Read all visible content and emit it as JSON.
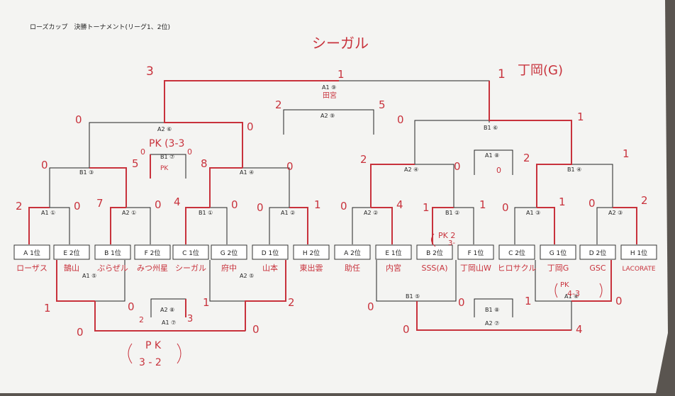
{
  "header": {
    "title": "ローズカップ　決勝トーナメント(リーグ1、2位)"
  },
  "annotations": {
    "champion": "シーガル",
    "top_right": "丁岡(G)",
    "pk_left": "PK (3-3",
    "pk_small": "PK",
    "pk_bottom_a": "P K",
    "pk_bottom_b": "3 - 2",
    "pk_right_a": "PK 2",
    "pk_right_b": "3-",
    "pk_far_right_a": "PK",
    "pk_far_right_b": "4-3",
    "rose": "田宮"
  },
  "teams": [
    {
      "slot": "A 1位",
      "name": "ローザス"
    },
    {
      "slot": "E 2位",
      "name": "鵠山"
    },
    {
      "slot": "B 1位",
      "name": "ぶらぜル"
    },
    {
      "slot": "F 2位",
      "name": "みつ州星"
    },
    {
      "slot": "C 1位",
      "name": "シーガル"
    },
    {
      "slot": "G 2位",
      "name": "府中"
    },
    {
      "slot": "D 1位",
      "name": "山本"
    },
    {
      "slot": "H 2位",
      "name": "東出雲"
    },
    {
      "slot": "A 2位",
      "name": "助任"
    },
    {
      "slot": "E 1位",
      "name": "内宮"
    },
    {
      "slot": "B 2位",
      "name": "SSS(A)"
    },
    {
      "slot": "F 1位",
      "name": "丁岡山W"
    },
    {
      "slot": "C 2位",
      "name": "ヒロサクル"
    },
    {
      "slot": "G 1位",
      "name": "丁岡G"
    },
    {
      "slot": "D 2位",
      "name": "GSC"
    },
    {
      "slot": "H 1位",
      "name": "LACORATE"
    }
  ],
  "match_labels": {
    "m1": "A1 ①",
    "m2": "A2 ①",
    "m3": "B1 ①",
    "m4": "A1 ②",
    "m5": "A2 ②",
    "m6": "B1 ②",
    "m7": "A1 ③",
    "m8": "A2 ③",
    "m9": "B1 ③",
    "m10": "A1 ④",
    "m11": "A2 ④",
    "m12": "B1 ④",
    "m13": "A2 ⑥",
    "m14": "B1 ⑥",
    "m15": "A1 ⑨",
    "m16": "A2 ⑨",
    "m17": "B1 ⑦",
    "m18": "A1 ⑧",
    "c1": "A1 ⑤",
    "c2": "A2 ⑤",
    "c3": "A2 ⑧",
    "c4": "A1 ⑦",
    "c5": "B1 ⑤",
    "c6": "A1 ⑥",
    "c7": "B1 ⑧",
    "c8": "A2 ⑦"
  },
  "scores": {
    "s1": "2",
    "s2": "0",
    "s3": "7",
    "s4": "0",
    "s5": "4",
    "s6": "0",
    "s7": "0",
    "s8": "1",
    "s9": "0",
    "s10": "4",
    "s11": "1",
    "s12": "1",
    "s13": "0",
    "s14": "1",
    "s15": "0",
    "s16": "2",
    "s17": "0",
    "s18": "5",
    "s19": "8",
    "s20": "0",
    "s21": "2",
    "s22": "0",
    "s23": "2",
    "s24": "1",
    "s25": "0",
    "s26": "0",
    "s27": "0",
    "s28": "1",
    "s29": "3",
    "s30": "2",
    "s31": "5",
    "s32": "0",
    "s33": "0",
    "s34": "0",
    "s35": "1",
    "s36": "0",
    "s37": "1",
    "s38": "2",
    "s39": "2",
    "s40": "3",
    "s41": "0",
    "s42": "0",
    "s43": "0",
    "s44": "0",
    "s45": "1",
    "s46": "4",
    "s47": "0",
    "s48": "0",
    "s49": "1",
    "s50": "1"
  }
}
